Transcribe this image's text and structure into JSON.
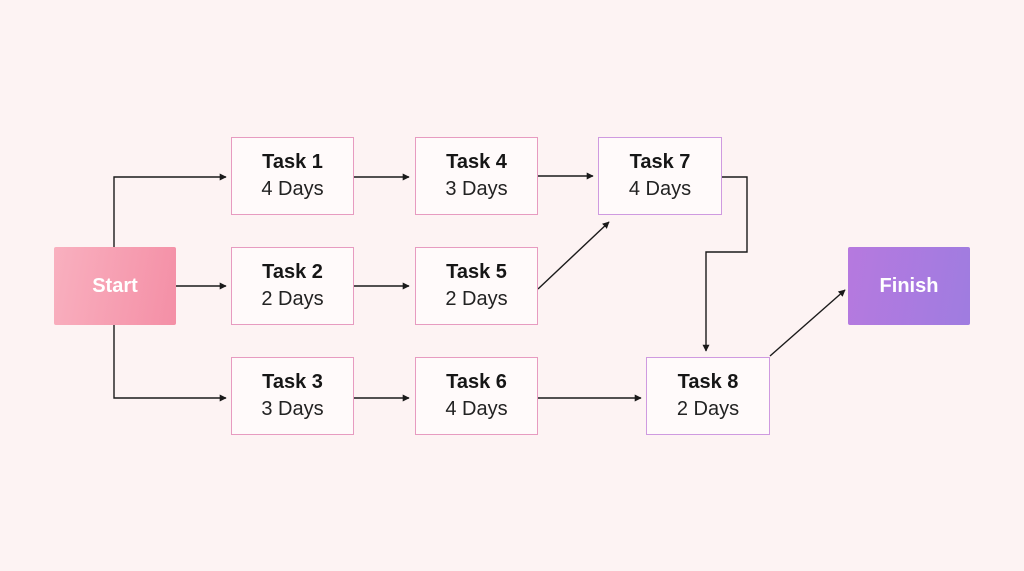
{
  "nodes": {
    "start": {
      "label": "Start"
    },
    "finish": {
      "label": "Finish"
    },
    "task1": {
      "title": "Task 1",
      "duration": "4 Days"
    },
    "task2": {
      "title": "Task 2",
      "duration": "2 Days"
    },
    "task3": {
      "title": "Task 3",
      "duration": "3 Days"
    },
    "task4": {
      "title": "Task 4",
      "duration": "3 Days"
    },
    "task5": {
      "title": "Task 5",
      "duration": "2 Days"
    },
    "task6": {
      "title": "Task 6",
      "duration": "4 Days"
    },
    "task7": {
      "title": "Task 7",
      "duration": "4 Days"
    },
    "task8": {
      "title": "Task 8",
      "duration": "2 Days"
    }
  },
  "edges": [
    {
      "from": "start",
      "to": "task1"
    },
    {
      "from": "start",
      "to": "task2"
    },
    {
      "from": "start",
      "to": "task3"
    },
    {
      "from": "task1",
      "to": "task4"
    },
    {
      "from": "task2",
      "to": "task5"
    },
    {
      "from": "task3",
      "to": "task6"
    },
    {
      "from": "task4",
      "to": "task7"
    },
    {
      "from": "task5",
      "to": "task7"
    },
    {
      "from": "task7",
      "to": "task8"
    },
    {
      "from": "task6",
      "to": "task8"
    },
    {
      "from": "task8",
      "to": "finish"
    }
  ],
  "colors": {
    "background": "#fdf3f3",
    "task_border_pink": "#e79bc0",
    "task_border_violet": "#cf9ae0",
    "start_fill": "#f6a0b5",
    "finish_fill": "#ab7ae0",
    "arrow": "#1a1a1a"
  }
}
